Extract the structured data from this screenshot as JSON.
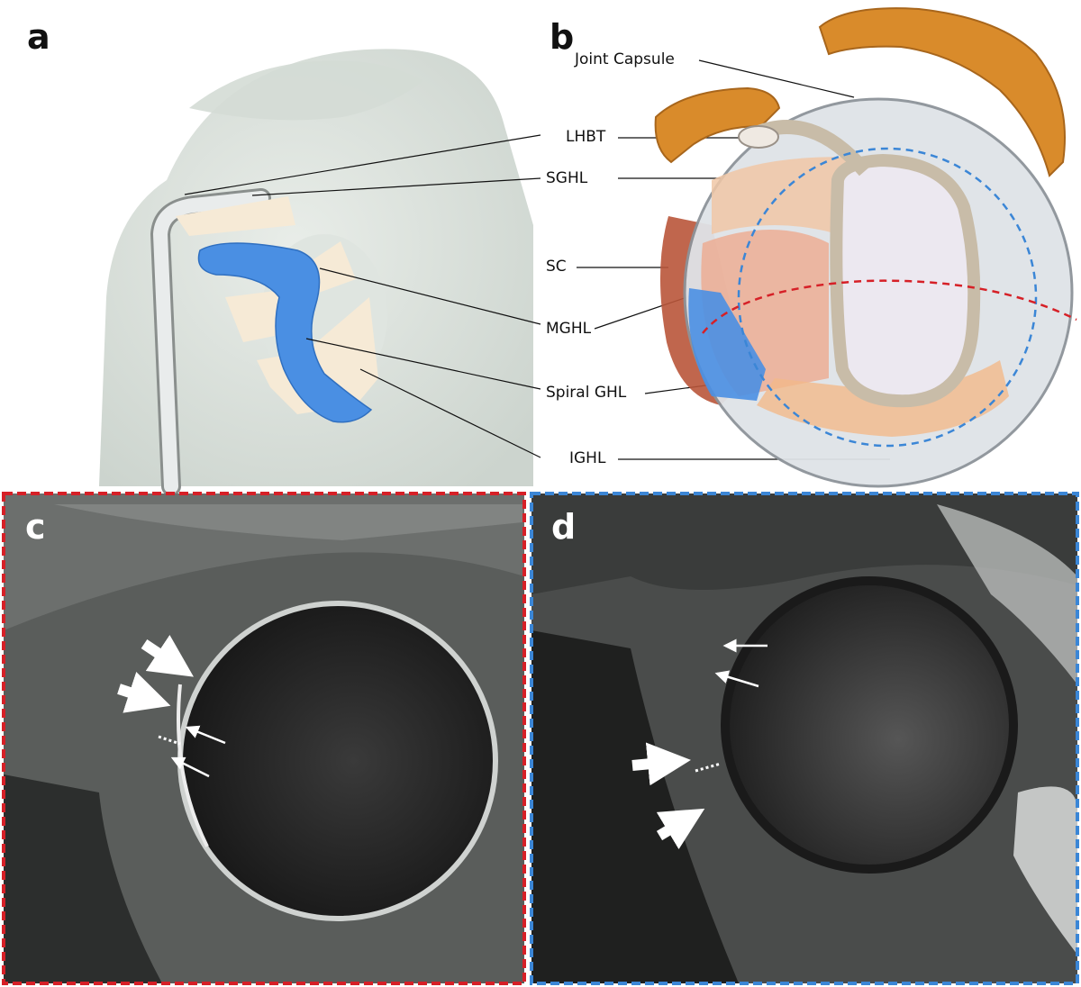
{
  "panels": {
    "a": {
      "letter": "a"
    },
    "b": {
      "letter": "b"
    },
    "c": {
      "letter": "c",
      "frame_color": "#d62027"
    },
    "d": {
      "letter": "d",
      "frame_color": "#3b86d6"
    }
  },
  "labels": {
    "joint_capsule": "Joint Capsule",
    "lhbt": "LHBT",
    "sghl": "SGHL",
    "sc": "SC",
    "mghl": "MGHL",
    "spiral_ghl": "Spiral GHL",
    "ighl": "IGHL"
  },
  "colors": {
    "spiral_ghl_fill": "#4a8fe3",
    "ligament_fill": "#f6ead6",
    "capsule_orange": "#d98b2b",
    "red_dashed": "#d62027",
    "blue_dashed": "#3b86d6",
    "mri_dark": "#2a2a2a"
  }
}
